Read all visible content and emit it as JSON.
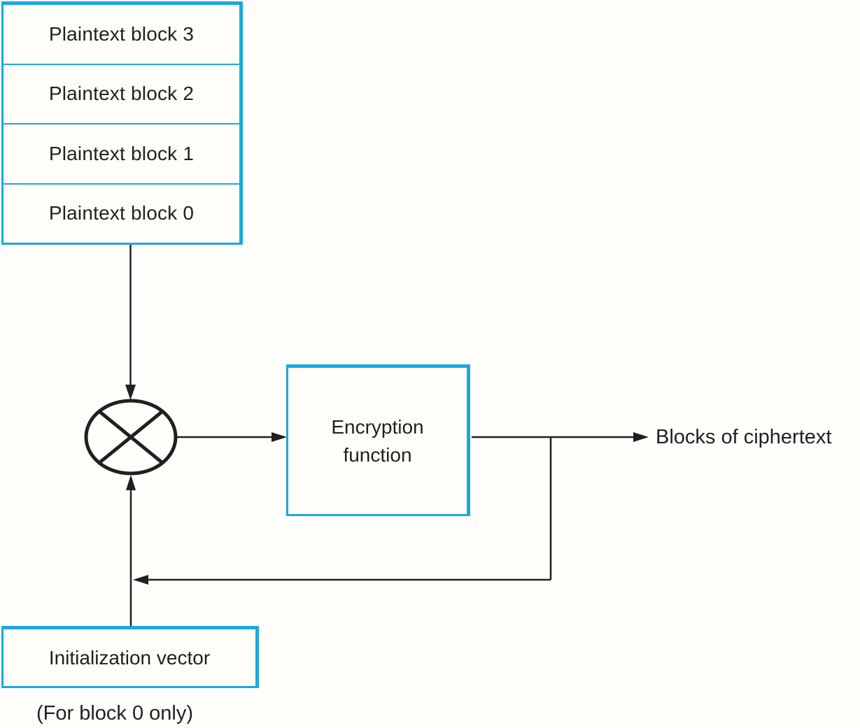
{
  "plaintext_stack": {
    "rows": [
      "Plaintext block 3",
      "Plaintext block 2",
      "Plaintext block 1",
      "Plaintext block 0"
    ]
  },
  "xor_node": {
    "meaning": "XOR operation"
  },
  "encryption_box": {
    "label": "Encryption function",
    "lines": [
      "Encryption",
      "function"
    ]
  },
  "output_label": "Blocks of ciphertext",
  "iv_box": {
    "label": "Initialization vector"
  },
  "iv_note": "(For block 0 only)",
  "colors": {
    "accent_cyan": "#1ca8dd",
    "line_black": "#231f20"
  }
}
